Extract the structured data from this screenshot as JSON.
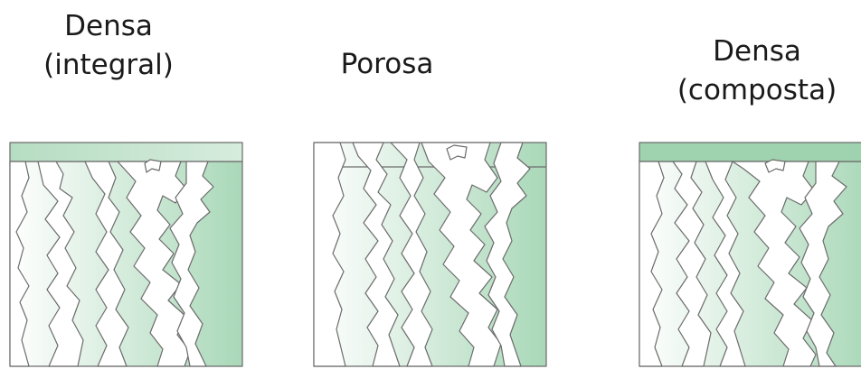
{
  "labels": {
    "left": {
      "line1": "Densa",
      "line2": "(integral)"
    },
    "middle": {
      "line1": "Porosa",
      "line2": ""
    },
    "right": {
      "line1": "Densa",
      "line2": "(composta)"
    }
  },
  "colors": {
    "fill_strong": "#a9d8b8",
    "fill_light": "#ffffff",
    "layer_strong": "#9fd2ae",
    "layer_light": "#dff0e4",
    "outline": "#6b6b6b"
  }
}
